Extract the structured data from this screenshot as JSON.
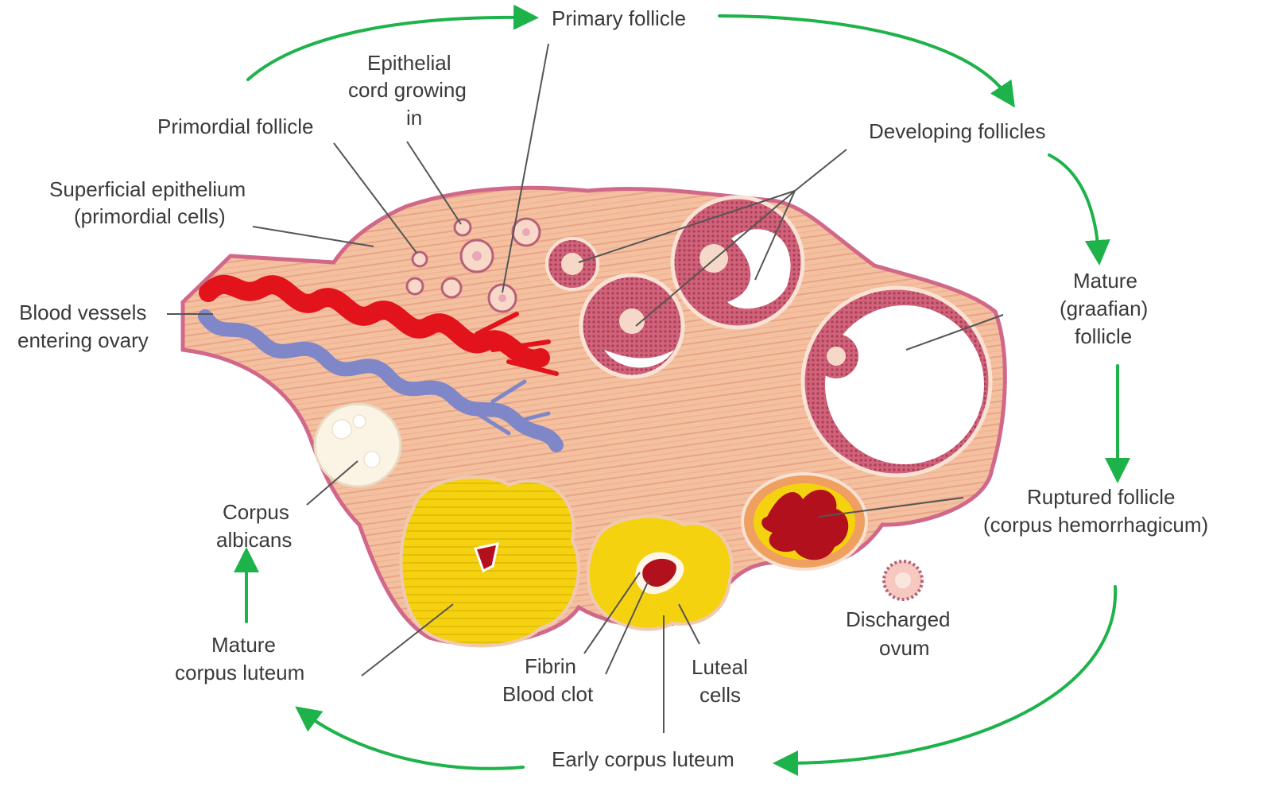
{
  "colors": {
    "cycle_arrow": "#1db24a",
    "ovary_fill": "#f4c1a0",
    "ovary_border": "#d1688a",
    "artery": "#e3131b",
    "vein": "#7f87c9",
    "corpus_luteum": "#f5d20f",
    "blood_clot": "#b3101e",
    "leader_line": "#555555",
    "label_text": "#3a3a3a"
  },
  "labels": {
    "primary_follicle": "Primary follicle",
    "epithelial_cord_1": "Epithelial",
    "epithelial_cord_2": "cord growing",
    "epithelial_cord_3": "in",
    "primordial_follicle": "Primordial follicle",
    "developing_follicles": "Developing follicles",
    "superficial_epithelium_1": "Superficial epithelium",
    "superficial_epithelium_2": "(primordial cells)",
    "blood_vessels_1": "Blood vessels",
    "blood_vessels_2": "entering ovary",
    "mature_follicle_1": "Mature",
    "mature_follicle_2": "(graafian)",
    "mature_follicle_3": "follicle",
    "ruptured_follicle_1": "Ruptured follicle",
    "ruptured_follicle_2": "(corpus hemorrhagicum)",
    "corpus_albicans_1": "Corpus",
    "corpus_albicans_2": "albicans",
    "discharged_ovum_1": "Discharged",
    "discharged_ovum_2": "ovum",
    "mature_corpus_luteum_1": "Mature",
    "mature_corpus_luteum_2": "corpus luteum",
    "fibrin": "Fibrin",
    "blood_clot": "Blood clot",
    "luteal_cells_1": "Luteal",
    "luteal_cells_2": "cells",
    "early_corpus_luteum": "Early corpus luteum"
  }
}
